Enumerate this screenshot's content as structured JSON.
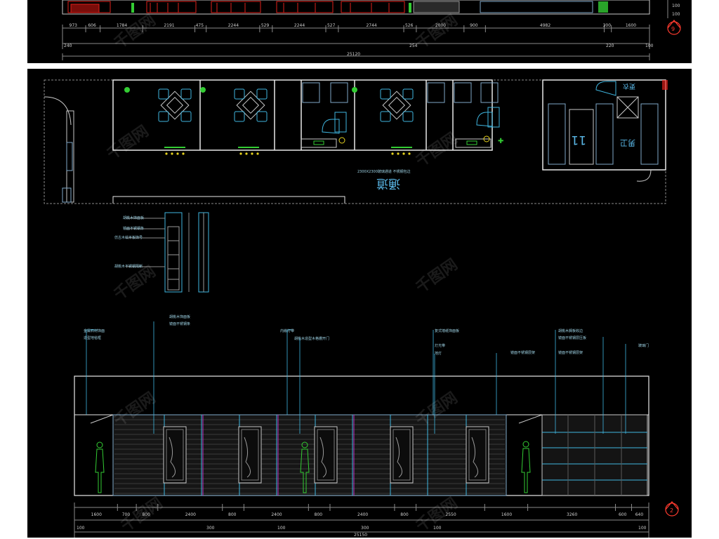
{
  "colors": {
    "background": "#000000",
    "page": "#ffffff",
    "cyan": "#3fb6e0",
    "red": "#e0201a",
    "magenta": "#c030c0",
    "green": "#33cc33",
    "yellow": "#e6d21e",
    "dim_line": "#8a8a8a"
  },
  "top_panel": {
    "dims": [
      "973",
      "606",
      "1784",
      "2191",
      "475",
      "2244",
      "529",
      "2244",
      "527",
      "2744",
      "526",
      "2000",
      "900",
      "4982",
      "300",
      "1600"
    ],
    "sub_dims": [
      "240",
      "254",
      "220",
      "100"
    ],
    "total": "25120",
    "right_dims": [
      "100",
      "100"
    ],
    "section_mark": "9"
  },
  "plan": {
    "corridor_label": "通道",
    "corridor_note": "2300X2300玻璃通道 不锈钢包边",
    "room_labels": [
      "更衣",
      "男卫"
    ],
    "room_number": "11",
    "icons": [
      "table-set-icon",
      "toilet-icon",
      "sink-icon"
    ]
  },
  "detail": {
    "notes": [
      "胡桃木饰面板",
      "镜面不锈钢条",
      "仿古木纹平板饰号",
      "胡桃木不锈钢隔断"
    ]
  },
  "elevation": {
    "notes": [
      "金属石材饰面",
      "造型地毯框",
      "胡桃木饰面板",
      "镜面不锈钢条",
      "内嵌灯带",
      "胡桃木造型木格栅开门",
      "复式墙纸饰面板",
      "灯光带",
      "地灯",
      "镜面不锈钢层架",
      "胡桃木搁板收边",
      "镜面不锈钢层压板",
      "镜面不锈钢层架",
      "玻璃门"
    ],
    "dims": [
      "1600",
      "700",
      "800",
      "2400",
      "800",
      "2400",
      "800",
      "2400",
      "800",
      "2550",
      "1600",
      "3260",
      "600",
      "640"
    ],
    "sub_dims": [
      "100",
      "300",
      "100",
      "300",
      "100",
      "100"
    ],
    "total": "25150",
    "section_mark": "2"
  },
  "watermark": "千图网"
}
